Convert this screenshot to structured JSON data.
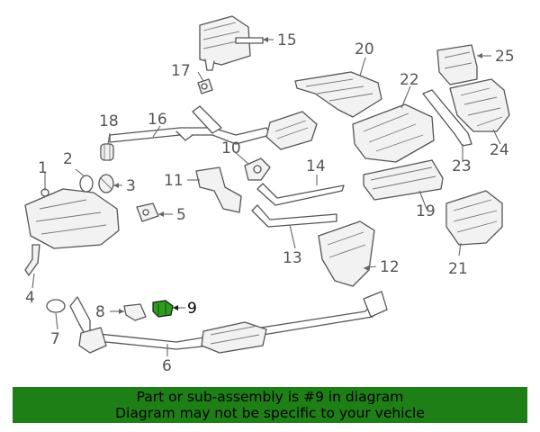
{
  "diagram": {
    "callouts": [
      "1",
      "2",
      "3",
      "4",
      "5",
      "6",
      "7",
      "8",
      "9",
      "10",
      "11",
      "12",
      "13",
      "14",
      "15",
      "16",
      "17",
      "18",
      "19",
      "20",
      "21",
      "22",
      "23",
      "24",
      "25"
    ],
    "highlighted_part": "9",
    "highlight_color": "#2e9a1e",
    "line_color": "#555555"
  },
  "banner": {
    "line1": "Part or sub-assembly is #9 in diagram",
    "line2": "Diagram may not be specific to your vehicle",
    "background": "#1f7f17"
  }
}
